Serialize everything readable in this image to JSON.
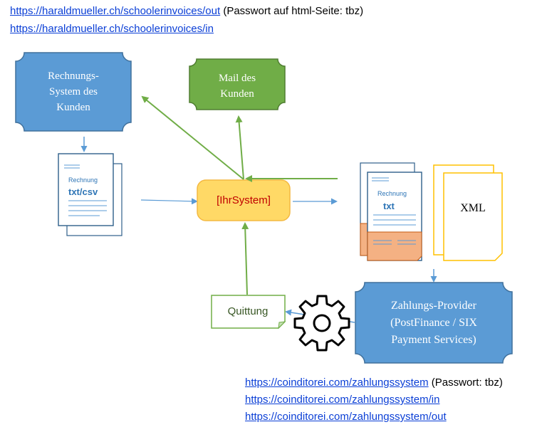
{
  "links": {
    "top": [
      {
        "url": "https://haraldmueller.ch/schoolerinvoices/out",
        "note": " (Passwort auf html-Seite: tbz)"
      },
      {
        "url": "https://haraldmueller.ch/schoolerinvoices/in",
        "note": ""
      }
    ],
    "bottom": [
      {
        "url": "https://coinditorei.com/zahlungssystem",
        "note": " (Passwort: tbz)"
      },
      {
        "url": "https://coinditorei.com/zahlungssystem/in",
        "note": ""
      },
      {
        "url": "https://coinditorei.com/zahlungssystem/out",
        "note": ""
      }
    ]
  },
  "nodes": {
    "billing_system": {
      "lines": [
        "Rechnungs-",
        "System des",
        "Kunden"
      ],
      "color": "#5b9bd5"
    },
    "customer_mail": {
      "lines": [
        "Mail des",
        "Kunden"
      ],
      "color": "#70ad47"
    },
    "your_system": {
      "label": "[IhrSystem]",
      "color": "#ffd966",
      "text_color": "#c00000"
    },
    "invoice_txt": {
      "title": "Rechnung",
      "format": "txt/csv"
    },
    "invoice_out": {
      "title": "Rechnung",
      "format": "txt"
    },
    "xml_doc": {
      "label": "XML"
    },
    "receipt": {
      "label": "Quittung",
      "color": "#70ad47"
    },
    "payment_provider": {
      "lines": [
        "Zahlungs-Provider",
        "(PostFinance / SIX",
        "Payment Services)"
      ],
      "color": "#5b9bd5"
    }
  },
  "colors": {
    "arrow_green": "#70ad47",
    "arrow_blue": "#5b9bd5",
    "doc_orange": "#f4b183"
  },
  "icons": [
    "gear-icon",
    "document-icon",
    "arrow-icon"
  ]
}
